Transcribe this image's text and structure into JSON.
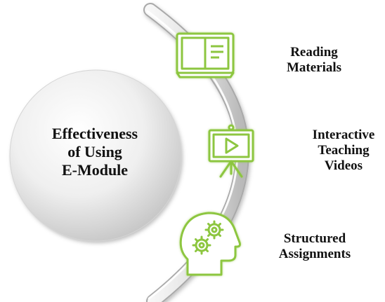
{
  "center": {
    "lines": [
      "Effectiveness",
      "of Using",
      "E-Module"
    ]
  },
  "items": [
    {
      "icon": "book-icon",
      "lines": [
        "Reading",
        "Materials"
      ]
    },
    {
      "icon": "video-presentation-icon",
      "lines": [
        "Interactive",
        "Teaching",
        "Videos"
      ]
    },
    {
      "icon": "head-gears-icon",
      "lines": [
        "Structured",
        "Assignments"
      ]
    }
  ],
  "colors": {
    "icon_green": "#8dc63f",
    "circle_light": "#ffffff",
    "circle_dark": "#c8c8c8",
    "arc_light": "#f4f4f4",
    "arc_dark": "#bdbdbd",
    "text": "#111111"
  }
}
